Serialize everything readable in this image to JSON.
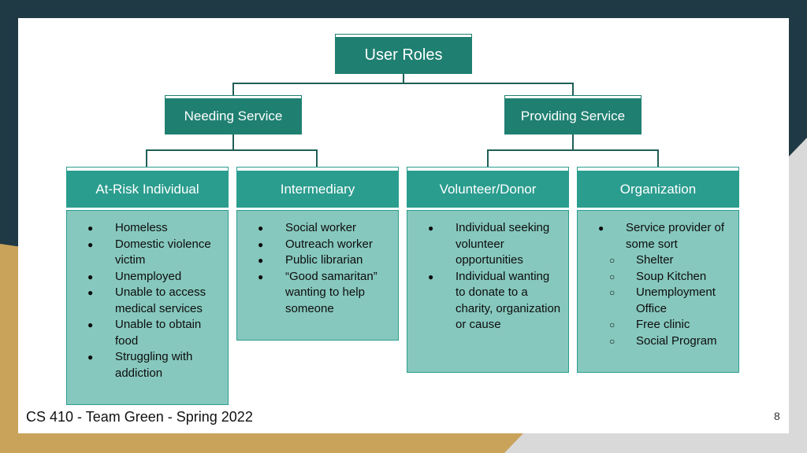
{
  "root": {
    "label": "User Roles"
  },
  "branches": [
    {
      "label": "Needing Service"
    },
    {
      "label": "Providing Service"
    }
  ],
  "categories": [
    {
      "label": "At-Risk Individual",
      "items": [
        {
          "text": "Homeless",
          "level": 1
        },
        {
          "text": "Domestic violence victim",
          "level": 1
        },
        {
          "text": "Unemployed",
          "level": 1
        },
        {
          "text": "Unable to access medical services",
          "level": 1
        },
        {
          "text": "Unable to obtain food",
          "level": 1
        },
        {
          "text": "Struggling with addiction",
          "level": 1
        }
      ]
    },
    {
      "label": "Intermediary",
      "items": [
        {
          "text": "Social worker",
          "level": 1
        },
        {
          "text": "Outreach worker",
          "level": 1
        },
        {
          "text": "Public librarian",
          "level": 1
        },
        {
          "text": "“Good samaritan” wanting to help someone",
          "level": 1
        }
      ]
    },
    {
      "label": "Volunteer/Donor",
      "items": [
        {
          "text": "Individual seeking volunteer opportunities",
          "level": 1
        },
        {
          "text": "Individual wanting to donate to a charity, organization or cause",
          "level": 1
        }
      ]
    },
    {
      "label": "Organization",
      "items": [
        {
          "text": "Service provider of some sort",
          "level": 1
        },
        {
          "text": "Shelter",
          "level": 2
        },
        {
          "text": "Soup Kitchen",
          "level": 2
        },
        {
          "text": "Unemployment Office",
          "level": 2
        },
        {
          "text": "Free clinic",
          "level": 2
        },
        {
          "text": "Social Program",
          "level": 2
        }
      ]
    }
  ],
  "footer": {
    "text": "CS 410 - Team Green - Spring 2022",
    "page": "8"
  },
  "colors": {
    "dark_teal": "#1f7f70",
    "teal": "#2a9d8f",
    "light_teal": "#86c8be",
    "background_navy": "#1f3a44",
    "background_gold": "#c9a35a"
  },
  "bullets": {
    "level1": "●",
    "level2": "○"
  }
}
